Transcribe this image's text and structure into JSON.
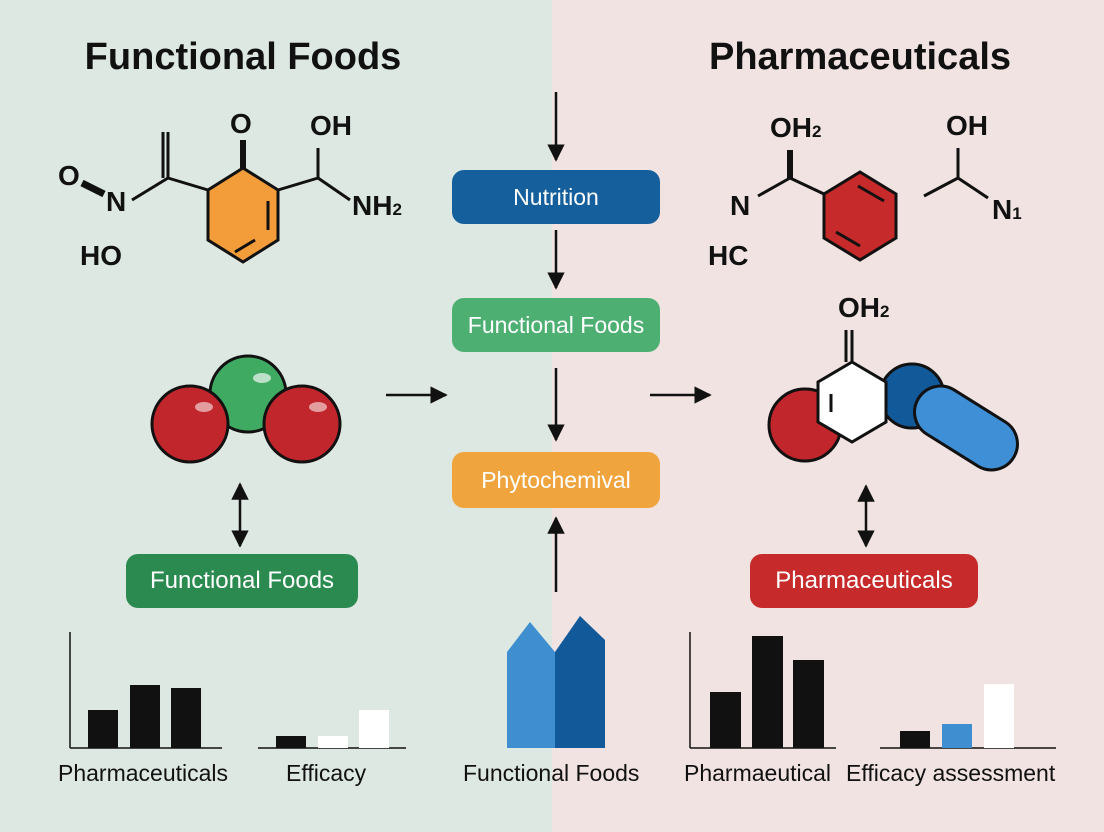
{
  "titles": {
    "left": "Functional Foods",
    "right": "Pharmaceuticals"
  },
  "flow": {
    "nutrition": "Nutrition",
    "functional_foods": "Functional Foods",
    "phytochemical": "Phytochemival"
  },
  "badges": {
    "left": "Functional Foods",
    "right": "Pharmaceuticals"
  },
  "left_molecule": {
    "o": "O",
    "n": "N",
    "ho": "HO",
    "o_top": "O",
    "oh": "OH",
    "nh": "NH",
    "nh_sub": "2"
  },
  "right_molecule": {
    "oh_top": "OH",
    "oh_top_sub": "2",
    "n": "N",
    "hc": "HC",
    "oh": "OH",
    "n1": "N",
    "n1_sub": "1",
    "oh2": "OH",
    "oh2_sub": "2"
  },
  "captions": {
    "left_chart": "Pharmaceuticals",
    "left_small_chart": "Efficacy",
    "center_chart": "Functional Foods",
    "right_chart": "Pharmaeutical",
    "right_small_chart": "Efficacy assessment"
  },
  "colors": {
    "bg_left": "#dde8e2",
    "bg_right": "#f0e3e2",
    "nutrition": "#145f9c",
    "functional": "#4daf72",
    "phytochemical": "#f0a43e",
    "badge_left": "#2b8a4f",
    "badge_right": "#c62a2a",
    "ring_orange": "#f39c3a",
    "ring_red": "#c62a2a",
    "sphere_red": "#c0262c",
    "sphere_green": "#3faa62",
    "capsule_blue": "#3f8fd6",
    "bar_blue_light": "#3f8fd0",
    "bar_blue_dark": "#12599a"
  }
}
